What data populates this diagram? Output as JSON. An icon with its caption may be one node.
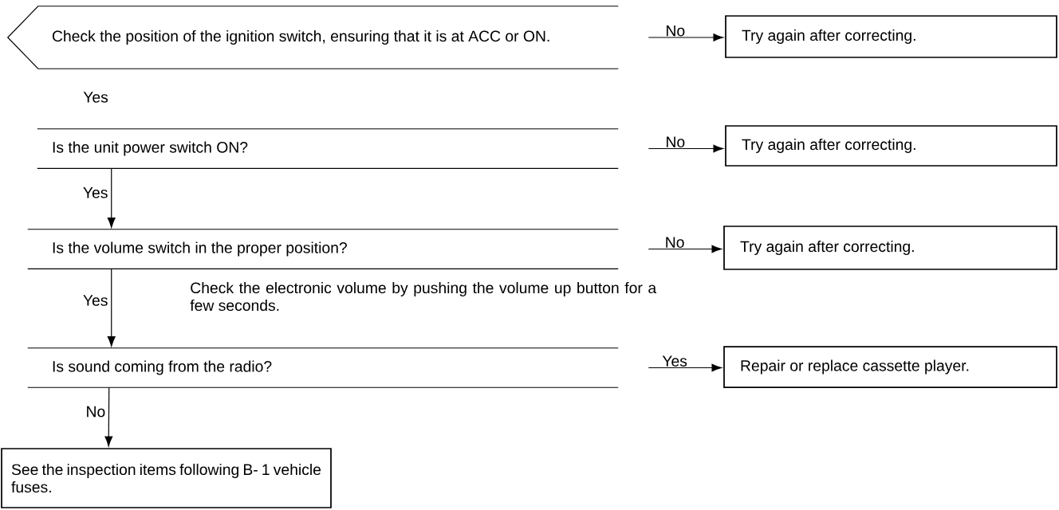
{
  "diagram": {
    "nodes": [
      {
        "text": [
          "Check the position of the ignition switch, ensuring that it is at ACC or ON."
        ]
      },
      {
        "text": [
          "Try again after correcting."
        ]
      },
      {
        "text": [
          "Is the unit power switch ON?"
        ]
      },
      {
        "text": [
          "Try again after correcting."
        ]
      },
      {
        "text": [
          "Is the volume switch in the proper position?"
        ]
      },
      {
        "text": [
          "Try again after correcting."
        ]
      },
      {
        "text": [
          "Is sound coming from the radio?"
        ]
      },
      {
        "text": [
          "Repair or replace cassette player."
        ]
      },
      {
        "text": [
          "See the inspection items following B- 1 vehicle fuses."
        ]
      }
    ],
    "edges": [
      {
        "from": 0,
        "to": 1,
        "arrow": "to",
        "label": "No"
      },
      {
        "from": 2,
        "to": 3,
        "arrow": "to",
        "label": "No"
      },
      {
        "from": 2,
        "to": 4,
        "arrow": "to",
        "label": "Yes"
      },
      {
        "from": 4,
        "to": 5,
        "arrow": "to",
        "label": "No"
      },
      {
        "from": 4,
        "to": 6,
        "arrow": "to",
        "label": "Yes"
      },
      {
        "from": 6,
        "to": 7,
        "arrow": "to",
        "label": "Yes"
      },
      {
        "from": 6,
        "to": 8,
        "arrow": "to",
        "label": "No"
      }
    ],
    "labels": [
      "Yes",
      "Check the electronic volume by pushing the volume up button for a few seconds."
    ]
  }
}
